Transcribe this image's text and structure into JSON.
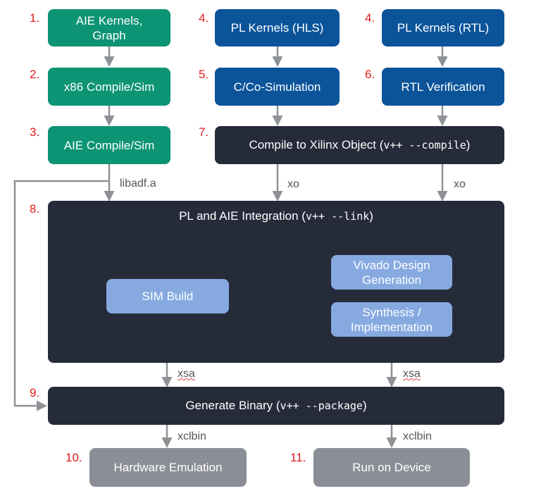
{
  "numbers": [
    "1.",
    "2.",
    "3.",
    "4.",
    "4.",
    "5.",
    "6.",
    "7.",
    "8.",
    "9.",
    "10.",
    "11."
  ],
  "boxes": {
    "aie_kernels": "AIE Kernels, Graph",
    "x86_compile": "x86 Compile/Sim",
    "aie_compile": "AIE Compile/Sim",
    "pl_hls": "PL Kernels (HLS)",
    "pl_rtl": "PL Kernels (RTL)",
    "cosim": "C/Co-Simulation",
    "rtl_verif": "RTL Verification",
    "compile_xo_text": "Compile to Xilinx Object (",
    "compile_xo_cmd": "v++ --compile",
    "compile_xo_end": ")",
    "integration_text": "PL and AIE Integration (",
    "integration_cmd": "v++ --link",
    "integration_end": ")",
    "sim_build": "SIM Build",
    "vivado": "Vivado Design Generation",
    "synthesis": "Synthesis / Implementation",
    "gen_binary_text": "Generate Binary (",
    "gen_binary_cmd": "v++ --package",
    "gen_binary_end": ")",
    "hw_emu": "Hardware Emulation",
    "run_device": "Run on Device"
  },
  "labels": {
    "libadf": "libadf.a",
    "xo": "xo",
    "xsa": "xsa",
    "xclbin": "xclbin"
  },
  "colors": {
    "aie": "#0d9474",
    "pl": "#0b549a",
    "integration": "#262b3a",
    "inner": "#86a9e0",
    "output": "#8b8e96",
    "step_number": "#e01b1b",
    "arrow": "#8e9196"
  }
}
